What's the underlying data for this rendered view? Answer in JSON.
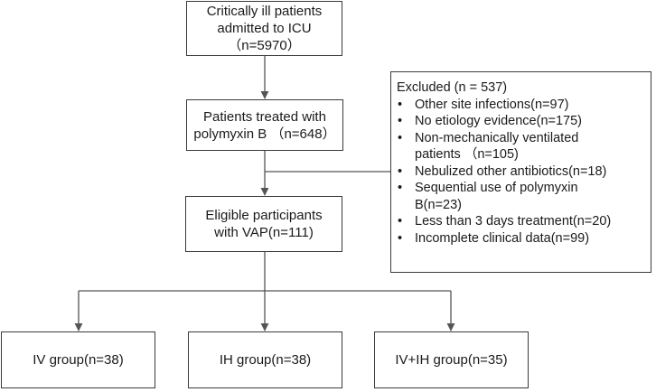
{
  "boxes": {
    "admitted": [
      "Critically ill patients",
      "admitted to ICU",
      "（n=5970）"
    ],
    "treated": [
      "Patients treated with",
      "polymyxin B （n=648）"
    ],
    "eligible": [
      "Eligible participants",
      "with VAP(n=111)"
    ],
    "iv": "IV group(n=38)",
    "ih": "IH group(n=38)",
    "ivih": "IV+IH group(n=35)"
  },
  "excluded": {
    "title": "Excluded (n = 537)",
    "bullet": "•",
    "items": [
      [
        "Other site infections(n=97)"
      ],
      [
        "No etiology evidence(n=175)"
      ],
      [
        "Non-mechanically ventilated",
        "patients （n=105)"
      ],
      [
        "Nebulized other antibiotics(n=18)"
      ],
      [
        "Sequential use of polymyxin",
        "B(n=23)"
      ],
      [
        "Less than 3 days treatment(n=20)"
      ],
      [
        "Incomplete clinical data(n=99)"
      ]
    ]
  }
}
